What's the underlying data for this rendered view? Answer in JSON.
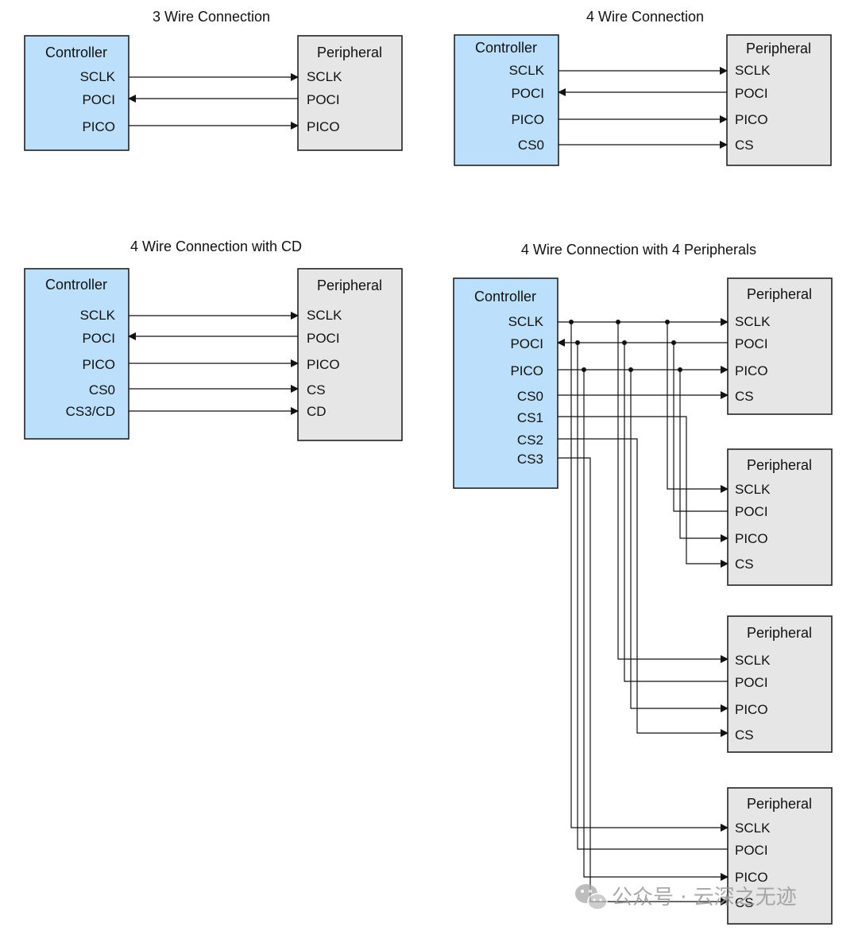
{
  "diagrams": {
    "three_wire": {
      "title": "3 Wire Connection",
      "controller": {
        "label": "Controller",
        "signals": [
          "SCLK",
          "POCI",
          "PICO"
        ]
      },
      "peripheral": {
        "label": "Peripheral",
        "signals": [
          "SCLK",
          "POCI",
          "PICO"
        ]
      }
    },
    "four_wire": {
      "title": "4 Wire Connection",
      "controller": {
        "label": "Controller",
        "signals": [
          "SCLK",
          "POCI",
          "PICO",
          "CS0"
        ]
      },
      "peripheral": {
        "label": "Peripheral",
        "signals": [
          "SCLK",
          "POCI",
          "PICO",
          "CS"
        ]
      }
    },
    "four_wire_cd": {
      "title": "4 Wire Connection with CD",
      "controller": {
        "label": "Controller",
        "signals": [
          "SCLK",
          "POCI",
          "PICO",
          "CS0",
          "CS3/CD"
        ]
      },
      "peripheral": {
        "label": "Peripheral",
        "signals": [
          "SCLK",
          "POCI",
          "PICO",
          "CS",
          "CD"
        ]
      }
    },
    "four_peripherals": {
      "title": "4 Wire Connection with 4 Peripherals",
      "controller": {
        "label": "Controller",
        "signals": [
          "SCLK",
          "POCI",
          "PICO",
          "CS0",
          "CS1",
          "CS2",
          "CS3"
        ]
      },
      "peripherals": [
        {
          "label": "Peripheral",
          "signals": [
            "SCLK",
            "POCI",
            "PICO",
            "CS"
          ]
        },
        {
          "label": "Peripheral",
          "signals": [
            "SCLK",
            "POCI",
            "PICO",
            "CS"
          ]
        },
        {
          "label": "Peripheral",
          "signals": [
            "SCLK",
            "POCI",
            "PICO",
            "CS"
          ]
        },
        {
          "label": "Peripheral",
          "signals": [
            "SCLK",
            "POCI",
            "PICO",
            "CS"
          ]
        }
      ]
    }
  },
  "watermark": {
    "text": "公众号 · 云深之无迹",
    "icon": "wechat-icon"
  }
}
